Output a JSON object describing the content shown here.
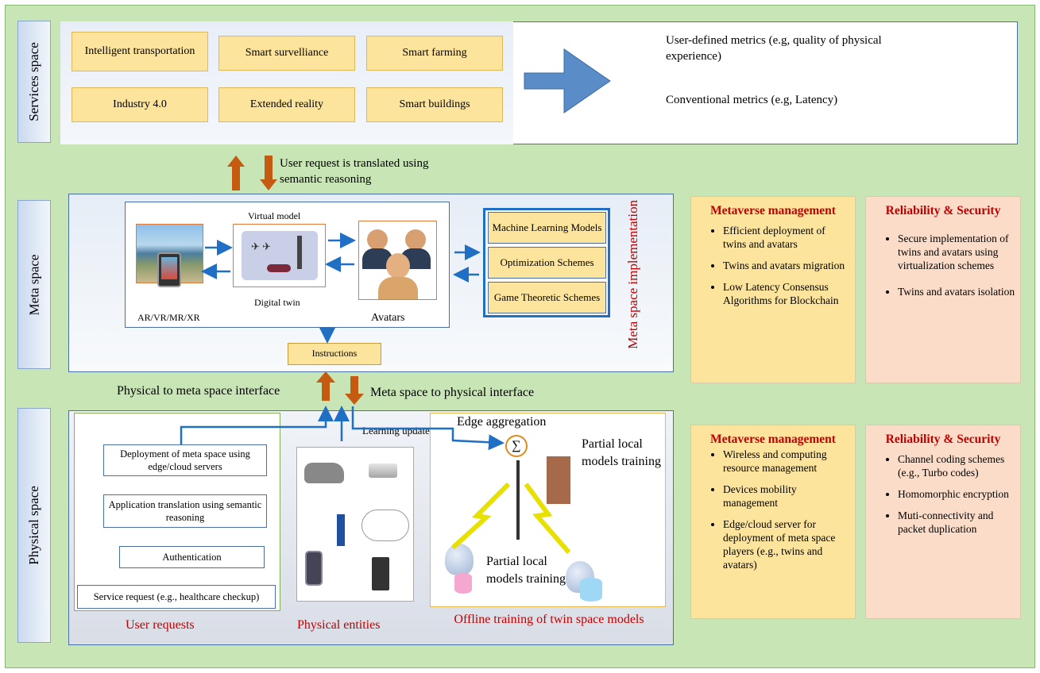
{
  "layers": {
    "services": "Services space",
    "meta": "Meta space",
    "physical": "Physical space"
  },
  "services": {
    "items": [
      "Intelligent transportation",
      "Smart survelliance",
      "Smart farming",
      "Industry 4.0",
      "Extended reality",
      "Smart buildings"
    ],
    "metric_user": "User-defined metrics (e.g, quality of physical experience)",
    "metric_conventional": "Conventional metrics (e.g, Latency)"
  },
  "meta": {
    "translation_note": "User request is translated using semantic reasoning",
    "virtual_model": "Virtual model",
    "digital_twin": "Digital twin",
    "ar_vr": "AR/VR/MR/XR",
    "avatars": "Avatars",
    "ml_models": "Machine Learning Models",
    "optimization": "Optimization Schemes",
    "game": "Game Theoretic Schemes",
    "implementation": "Meta space implementation",
    "instructions": "Instructions"
  },
  "interfaces": {
    "phys_to_meta": "Physical to meta space interface",
    "meta_to_phys": "Meta space to physical interface"
  },
  "physical": {
    "flow": [
      "Deployment of meta space using edge/cloud servers",
      "Application translation using semantic reasoning",
      "Authentication",
      "Service request (e.g., healthcare checkup)"
    ],
    "user_requests": "User requests",
    "learning_updates": "Learning updates",
    "physical_entities": "Physical entities",
    "edge_aggregation": "Edge aggregation",
    "sigma": "∑",
    "partial_local_1": "Partial local models training",
    "partial_local_2": "Partial local models training",
    "offline_training": "Offline training of twin space models"
  },
  "management_top": {
    "title": "Metaverse management",
    "items": [
      "Efficient deployment of twins and avatars",
      "Twins and avatars migration",
      "Low Latency Consensus Algorithms for Blockchain"
    ]
  },
  "security_top": {
    "title": "Reliability & Security",
    "items": [
      "Secure implementation of twins and avatars using virtualization schemes",
      "Twins and avatars isolation"
    ]
  },
  "management_bottom": {
    "title": "Metaverse management",
    "items": [
      "Wireless and computing resource management",
      "Devices mobility management",
      "Edge/cloud server for deployment of meta space players (e.g., twins and avatars)"
    ]
  },
  "security_bottom": {
    "title": "Reliability & Security",
    "items": [
      "Channel coding schemes (e.g., Turbo codes)",
      "Homomorphic encryption",
      "Muti-connectivity and packet duplication"
    ]
  },
  "colors": {
    "background": "#c8e6b5",
    "service_box": "#fde49d",
    "management_box": "#fde49d",
    "security_box": "#fbdcc8",
    "arrow_orange": "#c55a11",
    "arrow_blue": "#1f6fc5",
    "red_text": "#c00000"
  }
}
